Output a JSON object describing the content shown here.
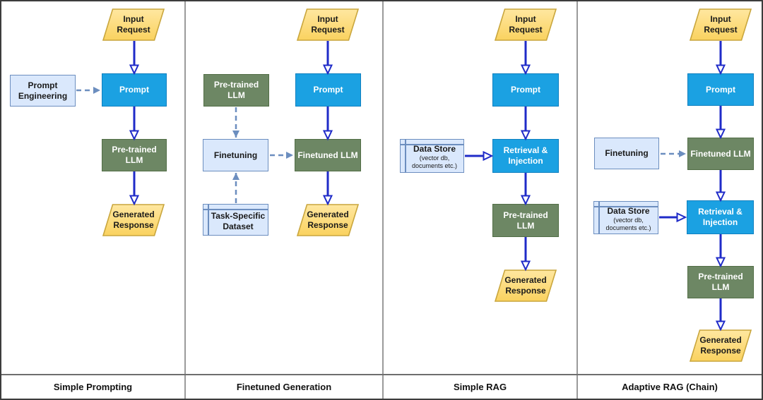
{
  "panels": [
    {
      "title": "Simple Prompting",
      "nodes": {
        "input": "Input Request",
        "prompt_engineering": "Prompt Engineering",
        "prompt": "Prompt",
        "pretrained_llm": "Pre-trained LLM",
        "response": "Generated Response"
      }
    },
    {
      "title": "Finetuned Generation",
      "nodes": {
        "input": "Input Request",
        "pretrained_llm": "Pre-trained LLM",
        "prompt": "Prompt",
        "finetuning": "Finetuning",
        "finetuned_llm": "Finetuned LLM",
        "task_dataset": "Task-Specific Dataset",
        "response": "Generated Response"
      }
    },
    {
      "title": "Simple RAG",
      "nodes": {
        "input": "Input Request",
        "prompt": "Prompt",
        "data_store": "Data Store",
        "data_store_sub": "(vector db, documents etc.)",
        "retrieval": "Retrieval & Injection",
        "pretrained_llm": "Pre-trained LLM",
        "response": "Generated Response"
      }
    },
    {
      "title": "Adaptive RAG (Chain)",
      "nodes": {
        "input": "Input Request",
        "prompt": "Prompt",
        "finetuning": "Finetuning",
        "finetuned_llm": "Finetuned LLM",
        "data_store": "Data Store",
        "data_store_sub": "(vector db, documents etc.)",
        "retrieval": "Retrieval & Injection",
        "pretrained_llm": "Pre-trained LLM",
        "response": "Generated Response"
      }
    }
  ],
  "colors": {
    "process_fill": "#1ba1e2",
    "process_border": "#1080c0",
    "llm_fill": "#6d8764",
    "llm_border": "#526e46",
    "aux_fill": "#dae8fc",
    "aux_border": "#6c8ebf",
    "io_fill_top": "#ffe7a0",
    "io_fill_bottom": "#fad25f",
    "io_border": "#c9a63d",
    "flow_arrow": "#1f2bc8",
    "dashed_arrow": "#6c8ebf"
  }
}
